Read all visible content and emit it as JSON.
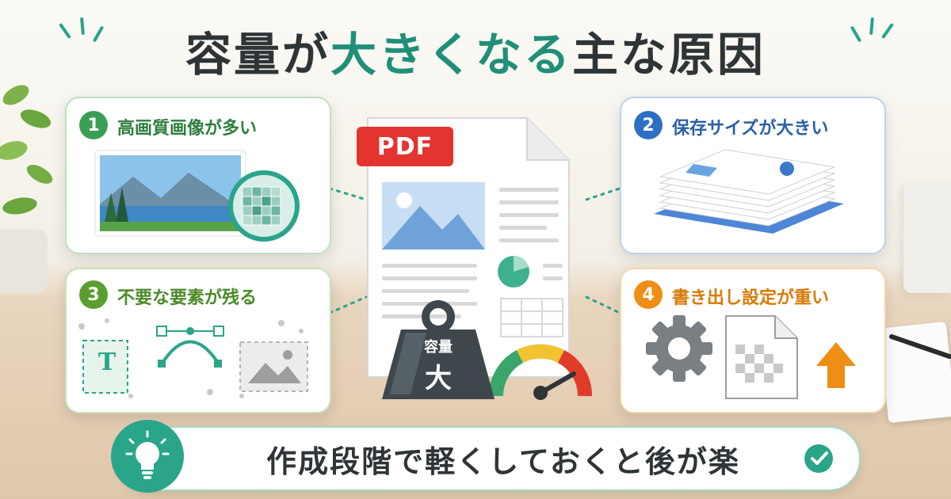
{
  "title": {
    "part1": "容量が",
    "highlight": "大きくなる",
    "part2": "主な原因"
  },
  "document": {
    "badge": "PDF"
  },
  "weight": {
    "top": "容量",
    "main": "大"
  },
  "cards": [
    {
      "number": "1",
      "title": "高画質画像が多い",
      "color": "#3a9f55"
    },
    {
      "number": "2",
      "title": "保存サイズが大きい",
      "color": "#2d6fc4"
    },
    {
      "number": "3",
      "title": "不要な要素が残る",
      "color": "#5a9e2f"
    },
    {
      "number": "4",
      "title": "書き出し設定が重い",
      "color": "#ef8e14"
    }
  ],
  "card3_text_icon": "T",
  "banner": {
    "text": "作成段階で軽くしておくと後が楽"
  },
  "colors": {
    "accent": "#1f8f7a",
    "pdf_red": "#e3342f",
    "gauge_green": "#3aa66b",
    "gauge_yellow": "#f1c332",
    "gauge_red": "#e23b2a"
  },
  "icons": [
    "lightbulb-icon",
    "check-icon",
    "gear-icon",
    "arrow-up-icon",
    "mountain-image-icon",
    "pie-chart-icon",
    "magnifier-icon",
    "bezier-curve-icon",
    "weight-icon",
    "gauge-icon"
  ]
}
